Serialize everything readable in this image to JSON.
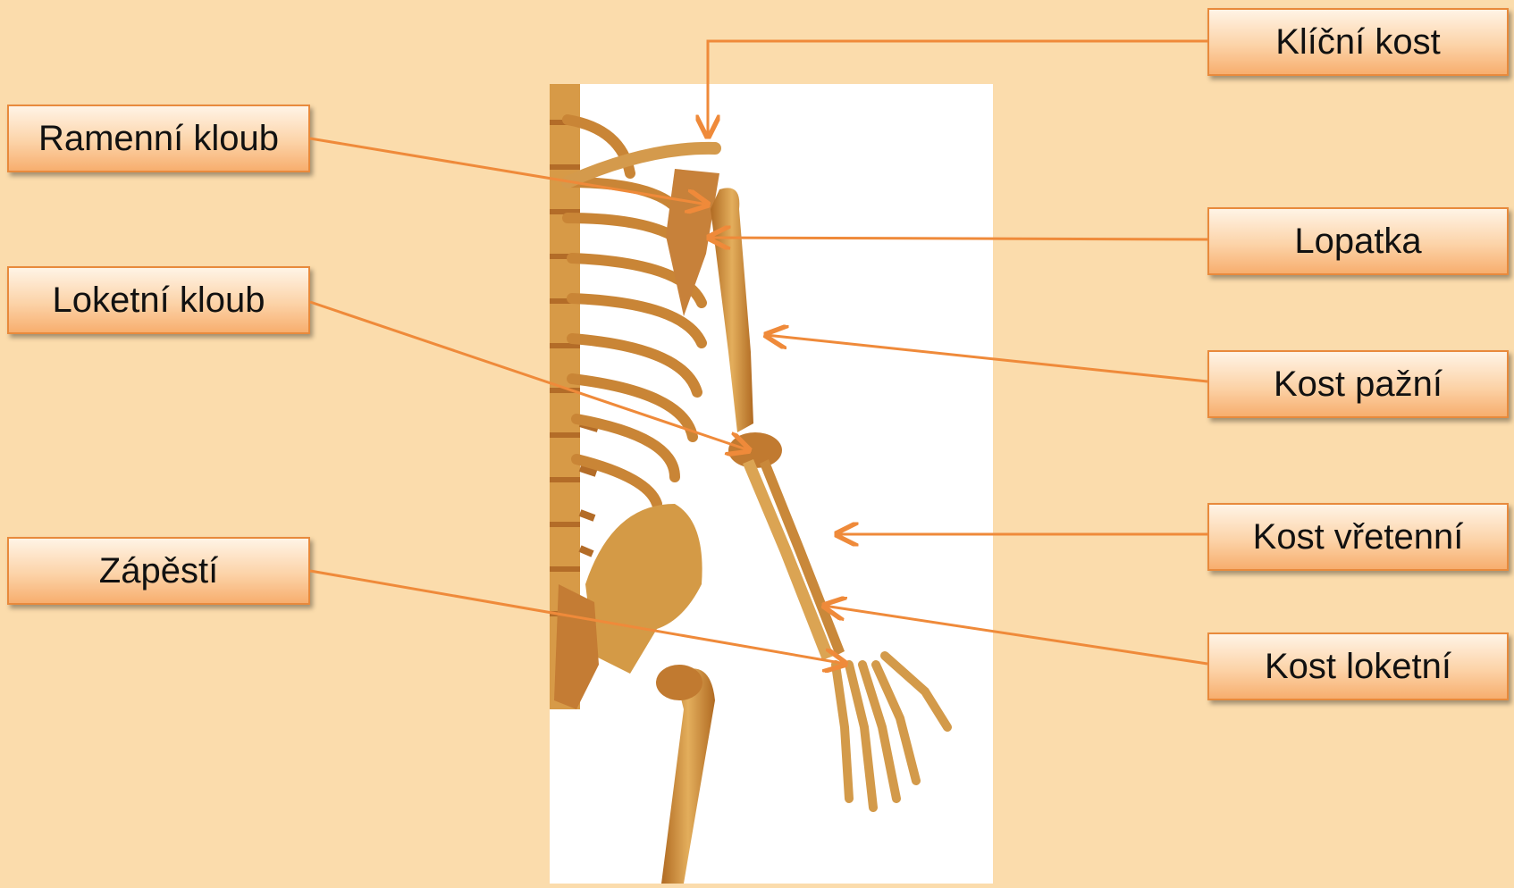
{
  "labels_left": [
    {
      "id": "shoulder",
      "text": "Ramenní kloub"
    },
    {
      "id": "elbow",
      "text": "Loketní kloub"
    },
    {
      "id": "wrist",
      "text": "Zápěstí"
    }
  ],
  "labels_right": [
    {
      "id": "clavicle",
      "text": "Klíční kost"
    },
    {
      "id": "scapula",
      "text": "Lopatka"
    },
    {
      "id": "humerus",
      "text": "Kost pažní"
    },
    {
      "id": "radius",
      "text": "Kost vřetenní"
    },
    {
      "id": "ulna",
      "text": "Kost loketní"
    }
  ],
  "colors": {
    "background": "#fbdcac",
    "arrow": "#ef8a3a",
    "bone": "#d99a3e",
    "bone_dark": "#a9621e",
    "box_border": "#e88a3c"
  },
  "image": {
    "description_icon": "skeleton-illustration"
  }
}
